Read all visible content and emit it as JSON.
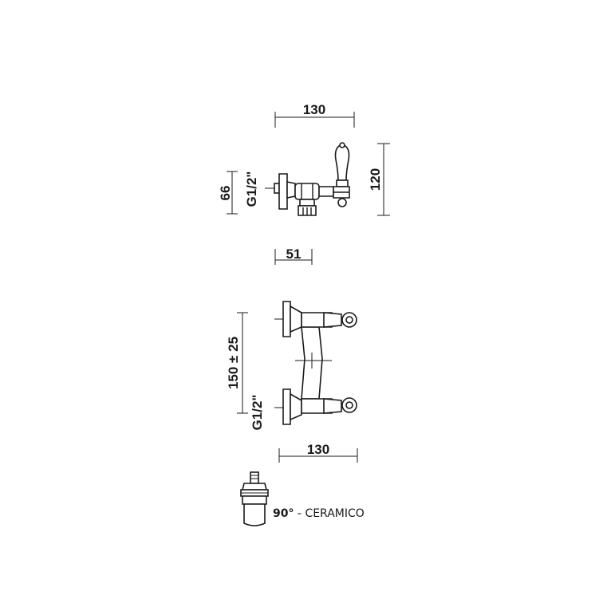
{
  "top_view": {
    "width_dim": "130",
    "height_dim": "120",
    "offset_dim": "66",
    "thread_label": "G1/2\"",
    "depth_dim": "51"
  },
  "front_view": {
    "spacing_dim": "150 ± 25",
    "thread_label": "G1/2\"",
    "width_dim": "130"
  },
  "cartridge": {
    "angle": "90°",
    "separator": " - ",
    "type": "CERAMICO"
  }
}
